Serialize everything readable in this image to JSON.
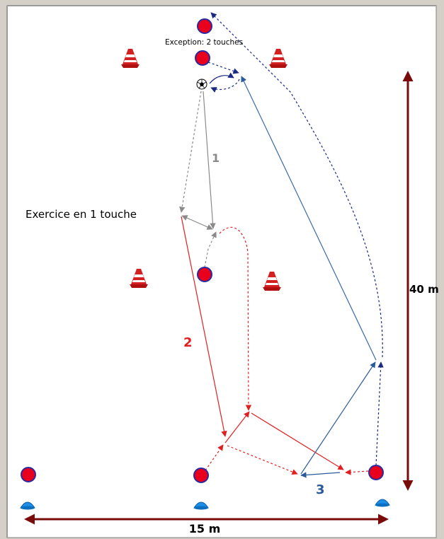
{
  "labels": {
    "exception": "Exception: 2 touches",
    "exercise": "Exercice en 1 touche",
    "step1": "1",
    "step2": "2",
    "step3": "3",
    "height": "40 m",
    "width": "15 m"
  },
  "colors": {
    "player": "#e8001c",
    "player_outline": "#2a2aa0",
    "cone": "#d42020",
    "marker": "#1e8fe8",
    "dimension": "#7a0b0b",
    "grey_path": "#8a8a8a",
    "red_path": "#e02020",
    "blue_path": "#3a6aa8",
    "navy_path": "#1a2a80"
  },
  "icons": [
    "cone-icon",
    "ball-icon",
    "player-marker",
    "disc-marker-icon"
  ]
}
